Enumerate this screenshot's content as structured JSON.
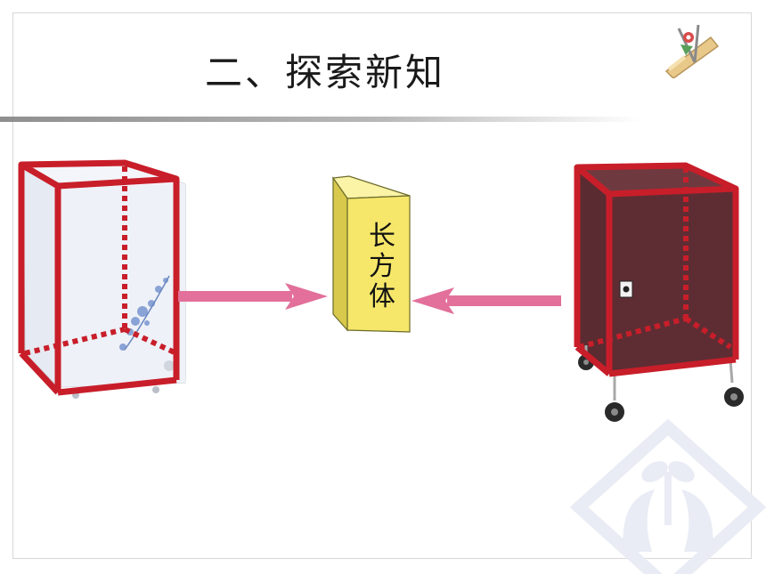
{
  "slide": {
    "title": "二、探索新知"
  },
  "center_box": {
    "label_chars": [
      "长",
      "方",
      "体"
    ]
  },
  "colors": {
    "edge_red": "#c81e2a",
    "arrow_pink": "#e2709a",
    "box_yellow": "#f6e76a",
    "cabinet_brown": "#5b2c30",
    "watermark": "#eef0f6"
  },
  "icons": {
    "corner_icon": "ruler-compass-icon",
    "watermark": "sprout-hands-logo"
  }
}
